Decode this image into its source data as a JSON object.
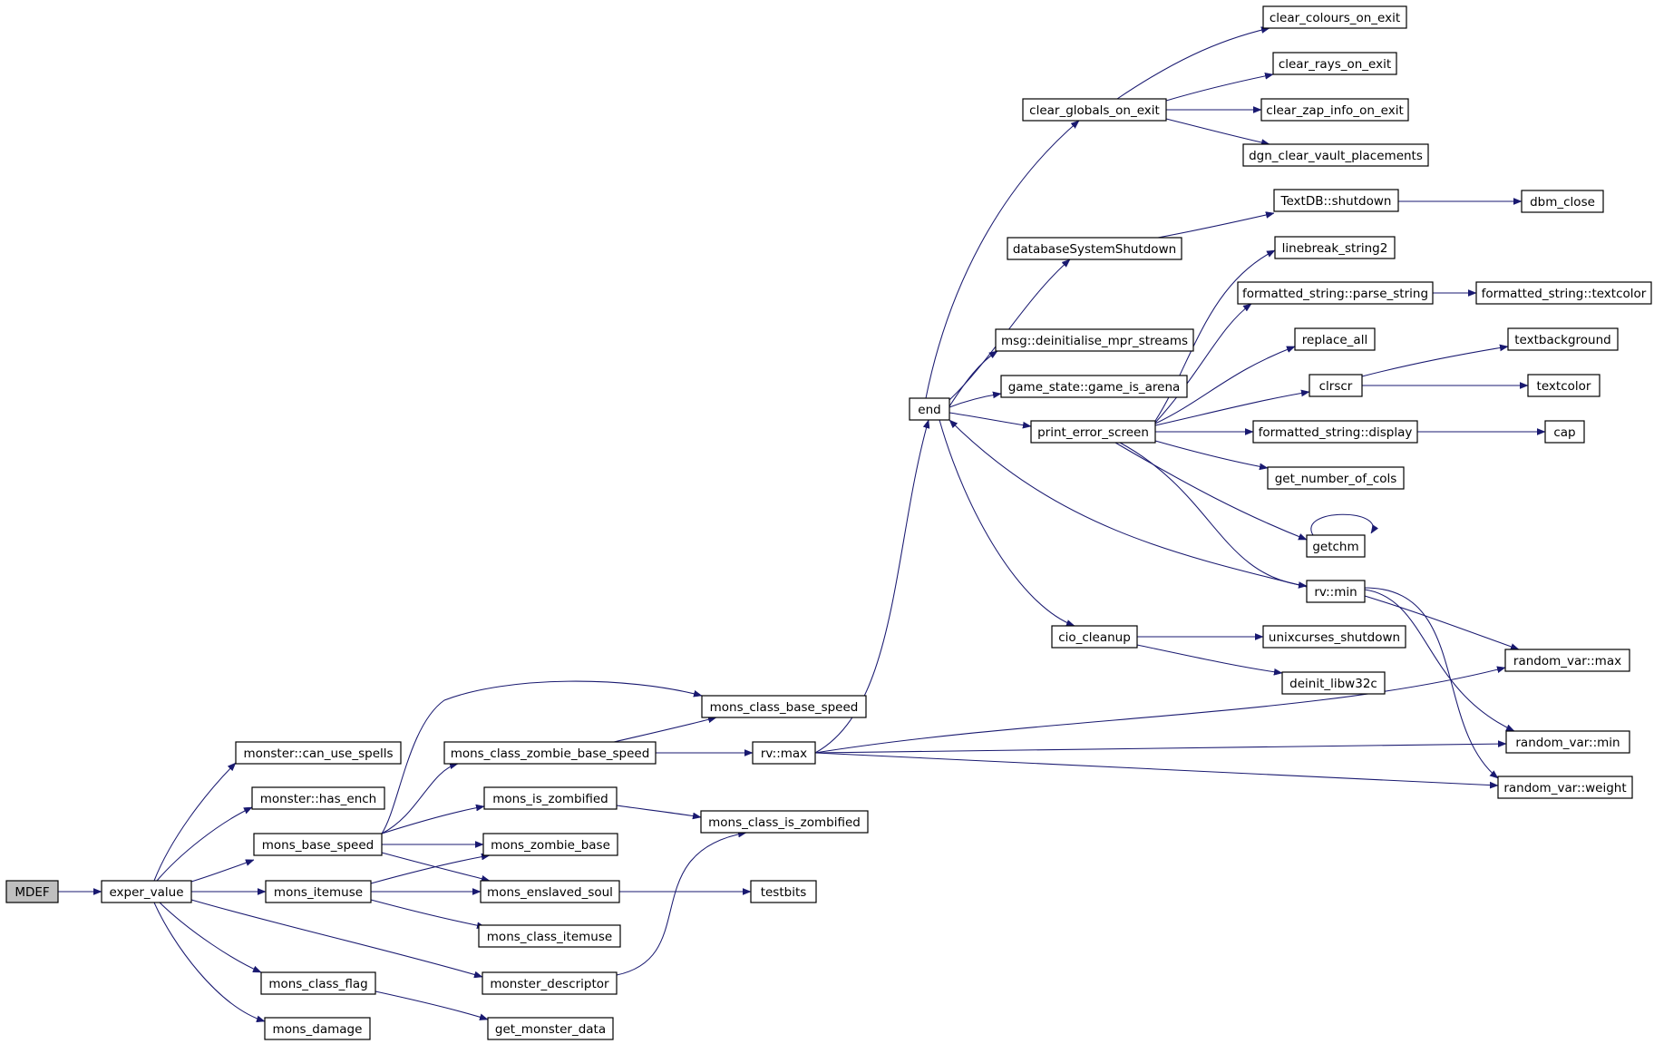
{
  "colors": {
    "edge": "#191970",
    "node_fill": "#ffffff",
    "root_fill": "#bfbfbf",
    "node_stroke": "#000000"
  },
  "nodes": [
    {
      "id": "MDEF",
      "label": "MDEF",
      "root": true
    },
    {
      "id": "exper_value",
      "label": "exper_value"
    },
    {
      "id": "can_use_spells",
      "label": "monster::can_use_spells"
    },
    {
      "id": "has_ench",
      "label": "monster::has_ench"
    },
    {
      "id": "mons_base_speed",
      "label": "mons_base_speed"
    },
    {
      "id": "mons_itemuse",
      "label": "mons_itemuse"
    },
    {
      "id": "mons_class_flag",
      "label": "mons_class_flag"
    },
    {
      "id": "mons_damage",
      "label": "mons_damage"
    },
    {
      "id": "mons_class_base_speed",
      "label": "mons_class_base_speed"
    },
    {
      "id": "mons_class_zombie_base_speed",
      "label": "mons_class_zombie_base_speed"
    },
    {
      "id": "mons_is_zombified",
      "label": "mons_is_zombified"
    },
    {
      "id": "mons_zombie_base",
      "label": "mons_zombie_base"
    },
    {
      "id": "mons_enslaved_soul",
      "label": "mons_enslaved_soul"
    },
    {
      "id": "mons_class_itemuse",
      "label": "mons_class_itemuse"
    },
    {
      "id": "monster_descriptor",
      "label": "monster_descriptor"
    },
    {
      "id": "get_monster_data",
      "label": "get_monster_data"
    },
    {
      "id": "rv_max",
      "label": "rv::max"
    },
    {
      "id": "mons_class_is_zombified",
      "label": "mons_class_is_zombified"
    },
    {
      "id": "testbits",
      "label": "testbits"
    },
    {
      "id": "end",
      "label": "end"
    },
    {
      "id": "clear_globals_on_exit",
      "label": "clear_globals_on_exit"
    },
    {
      "id": "databaseSystemShutdown",
      "label": "databaseSystemShutdown"
    },
    {
      "id": "deinit_mpr",
      "label": "msg::deinitialise_mpr_streams"
    },
    {
      "id": "game_is_arena",
      "label": "game_state::game_is_arena"
    },
    {
      "id": "print_error_screen",
      "label": "print_error_screen"
    },
    {
      "id": "cio_cleanup",
      "label": "cio_cleanup"
    },
    {
      "id": "clear_colours_on_exit",
      "label": "clear_colours_on_exit"
    },
    {
      "id": "clear_rays_on_exit",
      "label": "clear_rays_on_exit"
    },
    {
      "id": "clear_zap_info_on_exit",
      "label": "clear_zap_info_on_exit"
    },
    {
      "id": "dgn_clear_vault_placements",
      "label": "dgn_clear_vault_placements"
    },
    {
      "id": "textdb_shutdown",
      "label": "TextDB::shutdown"
    },
    {
      "id": "dbm_close",
      "label": "dbm_close"
    },
    {
      "id": "linebreak_string2",
      "label": "linebreak_string2"
    },
    {
      "id": "parse_string",
      "label": "formatted_string::parse_string"
    },
    {
      "id": "fs_textcolor",
      "label": "formatted_string::textcolor"
    },
    {
      "id": "replace_all",
      "label": "replace_all"
    },
    {
      "id": "clrscr",
      "label": "clrscr"
    },
    {
      "id": "textbackground",
      "label": "textbackground"
    },
    {
      "id": "textcolor",
      "label": "textcolor"
    },
    {
      "id": "fs_display",
      "label": "formatted_string::display"
    },
    {
      "id": "cap",
      "label": "cap"
    },
    {
      "id": "get_number_of_cols",
      "label": "get_number_of_cols"
    },
    {
      "id": "getchm",
      "label": "getchm"
    },
    {
      "id": "rv_min",
      "label": "rv::min"
    },
    {
      "id": "unixcurses_shutdown",
      "label": "unixcurses_shutdown"
    },
    {
      "id": "deinit_libw32c",
      "label": "deinit_libw32c"
    },
    {
      "id": "random_var_max",
      "label": "random_var::max"
    },
    {
      "id": "random_var_min",
      "label": "random_var::min"
    },
    {
      "id": "random_var_weight",
      "label": "random_var::weight"
    }
  ],
  "edges": [
    [
      "MDEF",
      "exper_value"
    ],
    [
      "exper_value",
      "can_use_spells"
    ],
    [
      "exper_value",
      "has_ench"
    ],
    [
      "exper_value",
      "mons_base_speed"
    ],
    [
      "exper_value",
      "mons_itemuse"
    ],
    [
      "exper_value",
      "monster_descriptor"
    ],
    [
      "exper_value",
      "mons_class_flag"
    ],
    [
      "exper_value",
      "mons_damage"
    ],
    [
      "mons_base_speed",
      "mons_class_base_speed"
    ],
    [
      "mons_base_speed",
      "mons_class_zombie_base_speed"
    ],
    [
      "mons_base_speed",
      "mons_is_zombified"
    ],
    [
      "mons_base_speed",
      "mons_zombie_base"
    ],
    [
      "mons_base_speed",
      "mons_enslaved_soul"
    ],
    [
      "mons_itemuse",
      "mons_zombie_base"
    ],
    [
      "mons_itemuse",
      "mons_enslaved_soul"
    ],
    [
      "mons_itemuse",
      "mons_class_itemuse"
    ],
    [
      "mons_class_flag",
      "get_monster_data"
    ],
    [
      "mons_class_zombie_base_speed",
      "mons_class_base_speed"
    ],
    [
      "mons_class_zombie_base_speed",
      "rv_max"
    ],
    [
      "mons_is_zombified",
      "mons_class_is_zombified"
    ],
    [
      "mons_enslaved_soul",
      "testbits"
    ],
    [
      "monster_descriptor",
      "mons_class_is_zombified"
    ],
    [
      "rv_max",
      "end"
    ],
    [
      "rv_max",
      "random_var_max"
    ],
    [
      "rv_max",
      "random_var_min"
    ],
    [
      "rv_max",
      "random_var_weight"
    ],
    [
      "end",
      "clear_globals_on_exit"
    ],
    [
      "end",
      "databaseSystemShutdown"
    ],
    [
      "end",
      "deinit_mpr"
    ],
    [
      "end",
      "game_is_arena"
    ],
    [
      "end",
      "print_error_screen"
    ],
    [
      "end",
      "cio_cleanup"
    ],
    [
      "clear_globals_on_exit",
      "clear_colours_on_exit"
    ],
    [
      "clear_globals_on_exit",
      "clear_rays_on_exit"
    ],
    [
      "clear_globals_on_exit",
      "clear_zap_info_on_exit"
    ],
    [
      "clear_globals_on_exit",
      "dgn_clear_vault_placements"
    ],
    [
      "databaseSystemShutdown",
      "textdb_shutdown"
    ],
    [
      "textdb_shutdown",
      "dbm_close"
    ],
    [
      "print_error_screen",
      "linebreak_string2"
    ],
    [
      "print_error_screen",
      "parse_string"
    ],
    [
      "print_error_screen",
      "replace_all"
    ],
    [
      "print_error_screen",
      "clrscr"
    ],
    [
      "print_error_screen",
      "fs_display"
    ],
    [
      "print_error_screen",
      "get_number_of_cols"
    ],
    [
      "print_error_screen",
      "getchm"
    ],
    [
      "print_error_screen",
      "rv_min"
    ],
    [
      "parse_string",
      "fs_textcolor"
    ],
    [
      "clrscr",
      "textbackground"
    ],
    [
      "clrscr",
      "textcolor"
    ],
    [
      "fs_display",
      "cap"
    ],
    [
      "getchm",
      "getchm"
    ],
    [
      "rv_min",
      "end"
    ],
    [
      "rv_min",
      "random_var_max"
    ],
    [
      "rv_min",
      "random_var_min"
    ],
    [
      "rv_min",
      "random_var_weight"
    ],
    [
      "cio_cleanup",
      "unixcurses_shutdown"
    ],
    [
      "cio_cleanup",
      "deinit_libw32c"
    ]
  ]
}
